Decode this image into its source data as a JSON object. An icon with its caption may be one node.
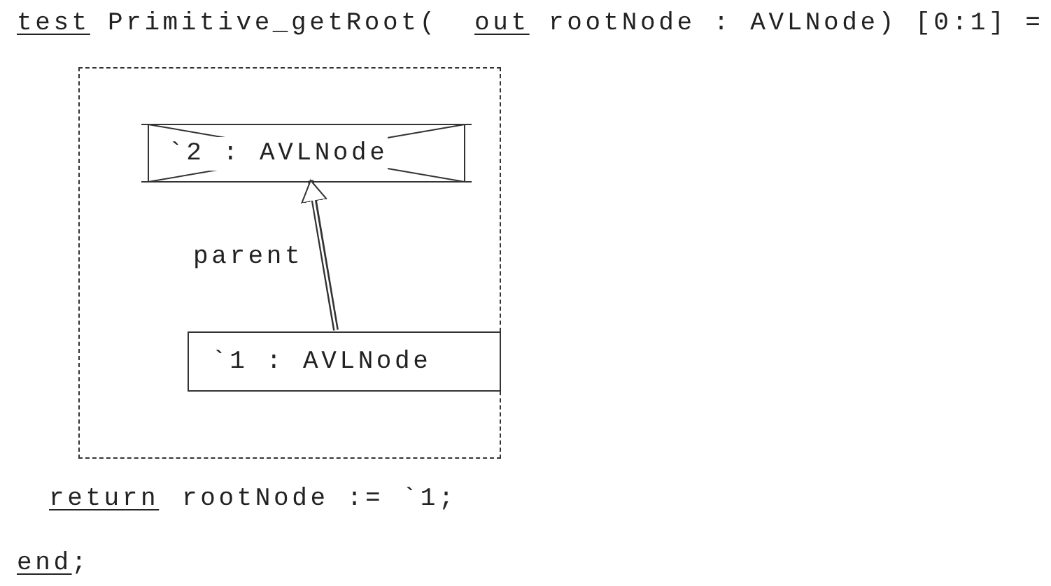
{
  "diagram": {
    "nodes": [
      {
        "text": [],
        "shape": "box"
      },
      {
        "text": [
          "`2 : AVLNode"
        ],
        "in": 0
      },
      {
        "text": [
          "`1 : AVLNode"
        ],
        "in": 0
      }
    ],
    "edges": [
      {
        "from": 2,
        "to": 1,
        "arrow": "to",
        "label": "parent"
      }
    ],
    "labels": [
      "test",
      "Primitive_getRoot(",
      "out",
      "rootNode : AVLNode) [0:1] =",
      "return",
      "rootNode := `1;",
      "end",
      ";"
    ]
  }
}
